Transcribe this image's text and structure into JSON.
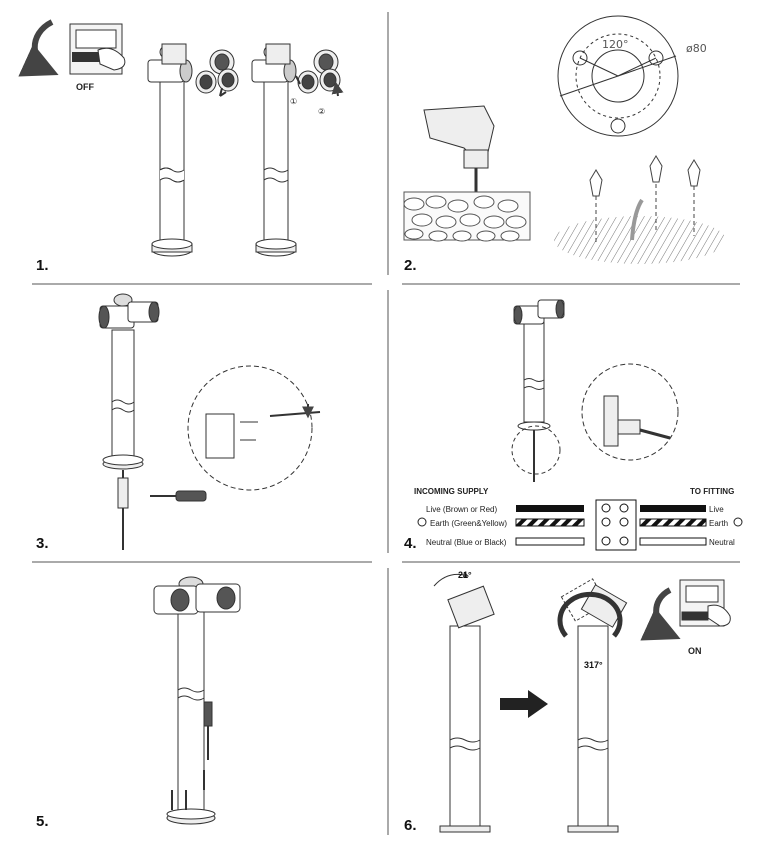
{
  "steps": [
    {
      "number": "1.",
      "switch_label": "OFF",
      "markers": [
        "①",
        "②"
      ]
    },
    {
      "number": "2.",
      "plate": {
        "angle_label": "120°",
        "diameter_label": "ø80"
      }
    },
    {
      "number": "3."
    },
    {
      "number": "4.",
      "wiring": {
        "left_header": "INCOMING SUPPLY",
        "right_header": "TO FITTING",
        "rows": [
          {
            "left": "Live (Brown or Red)",
            "right": "Live"
          },
          {
            "left": "Earth (Green&Yellow)",
            "right": "Earth"
          },
          {
            "left": "Neutral (Blue or Black)",
            "right": "Neutral"
          }
        ]
      }
    },
    {
      "number": "5."
    },
    {
      "number": "6.",
      "angle_small": "21°",
      "angle_large": "317°",
      "switch_label": "ON"
    }
  ]
}
